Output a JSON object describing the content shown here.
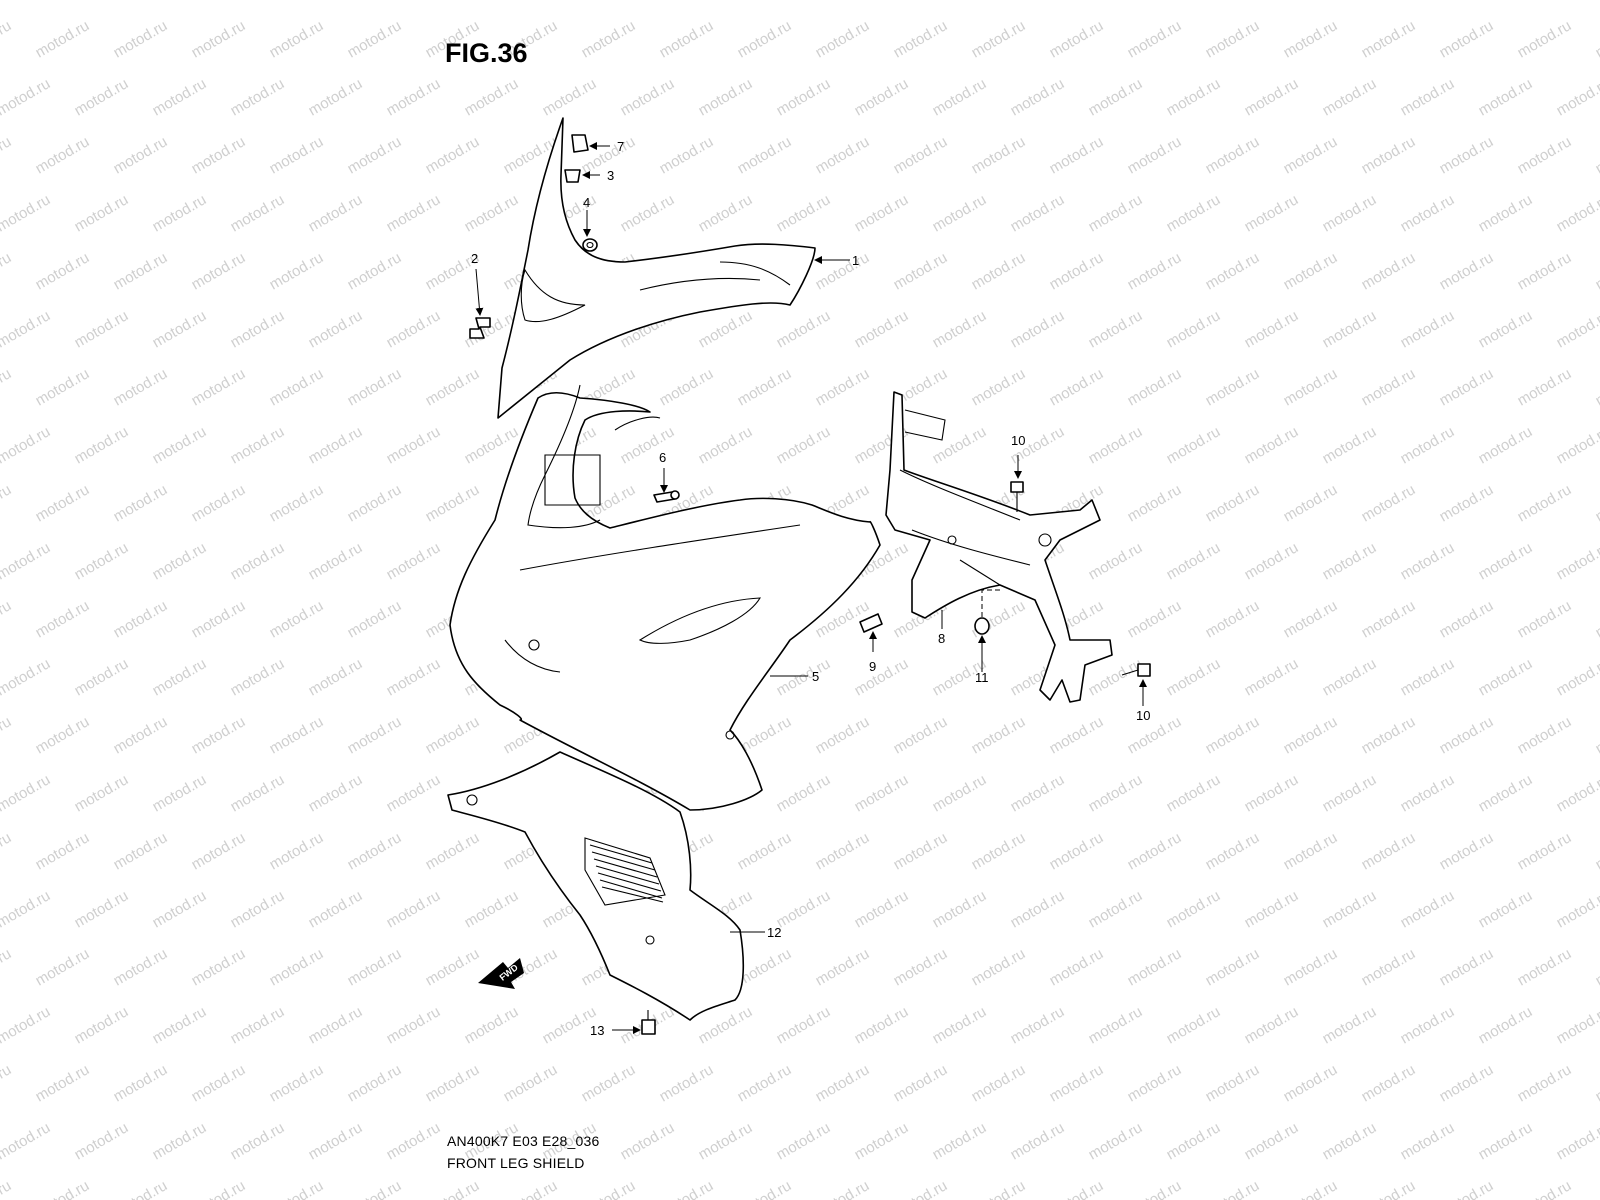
{
  "figure": {
    "title": "FIG.36",
    "code": "AN400K7 E03 E28_036",
    "caption": "FRONT LEG SHIELD",
    "watermark": "motod.ru",
    "fwd_label": "FWD"
  },
  "callouts": [
    "1",
    "2",
    "3",
    "4",
    "5",
    "6",
    "7",
    "8",
    "9",
    "10",
    "10",
    "11",
    "12",
    "13"
  ]
}
